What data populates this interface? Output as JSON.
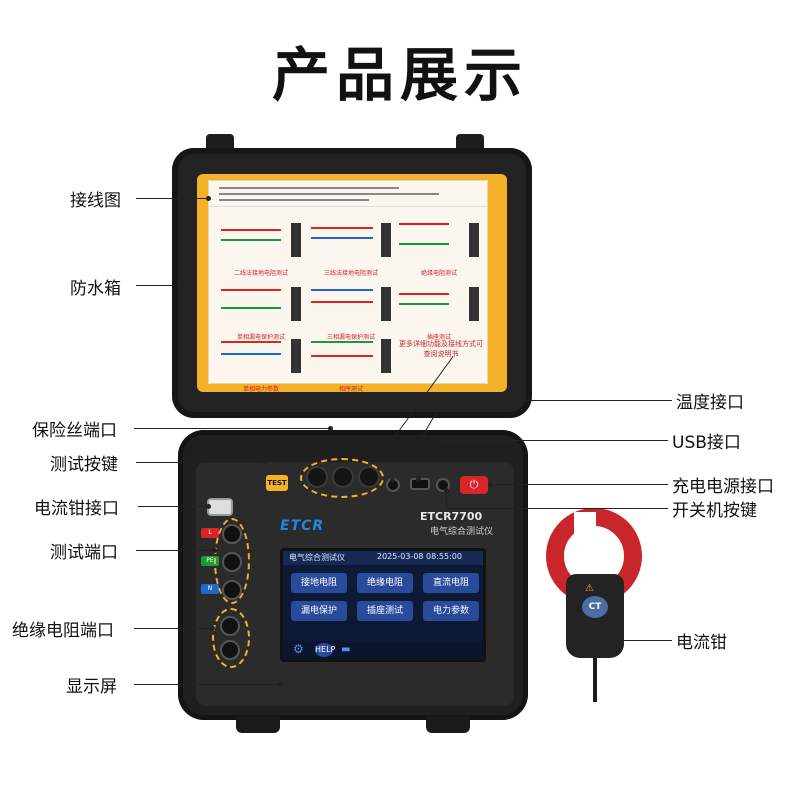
{
  "title": "产品展示",
  "left_callouts": [
    "接线图",
    "防水箱",
    "保险丝端口",
    "测试按键",
    "电流钳接口",
    "测试端口",
    "绝缘电阻端口",
    "显示屏"
  ],
  "right_callouts": [
    "温度接口",
    "USB接口",
    "充电电源接口",
    "开关机按键",
    "电流钳"
  ],
  "device": {
    "brand": "ETCR",
    "model": "ETCR7700",
    "model_sub": "电气综合测试仪",
    "test_button": "TEST",
    "screen_title": "电气综合测试仪",
    "screen_datetime": "2025-03-08 08:55:00",
    "tiles": [
      "接地电阻",
      "绝缘电阻",
      "直流电阻",
      "漏电保护",
      "插座测试",
      "电力参数"
    ],
    "help_label": "HELP",
    "clamp_badge": "CT",
    "accent": "#f6b12a",
    "power_color": "#d9252a"
  },
  "diagram_captions": [
    "二线法接地电阻测试",
    "三线法接地电阻测试",
    "绝缘电阻测试",
    "单相漏电保护测试",
    "三相漏电保护测试",
    "插座测试",
    "单相电力参数",
    "相序测试",
    "更多详细功能及接线方式可查阅说明书"
  ]
}
